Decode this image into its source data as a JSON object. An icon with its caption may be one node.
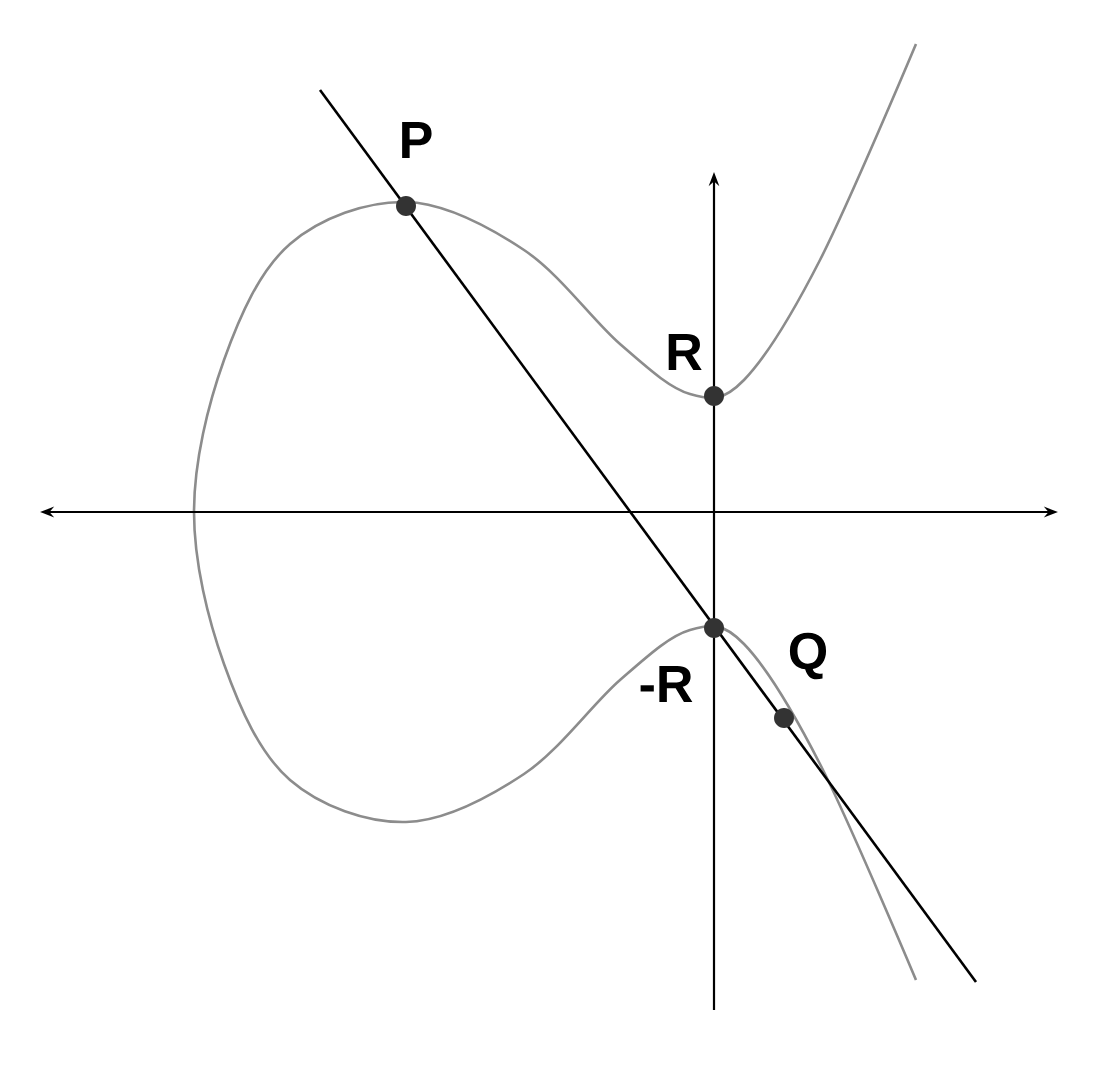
{
  "diagram": {
    "labels": [
      "P",
      "R",
      "-R",
      "Q"
    ]
  }
}
